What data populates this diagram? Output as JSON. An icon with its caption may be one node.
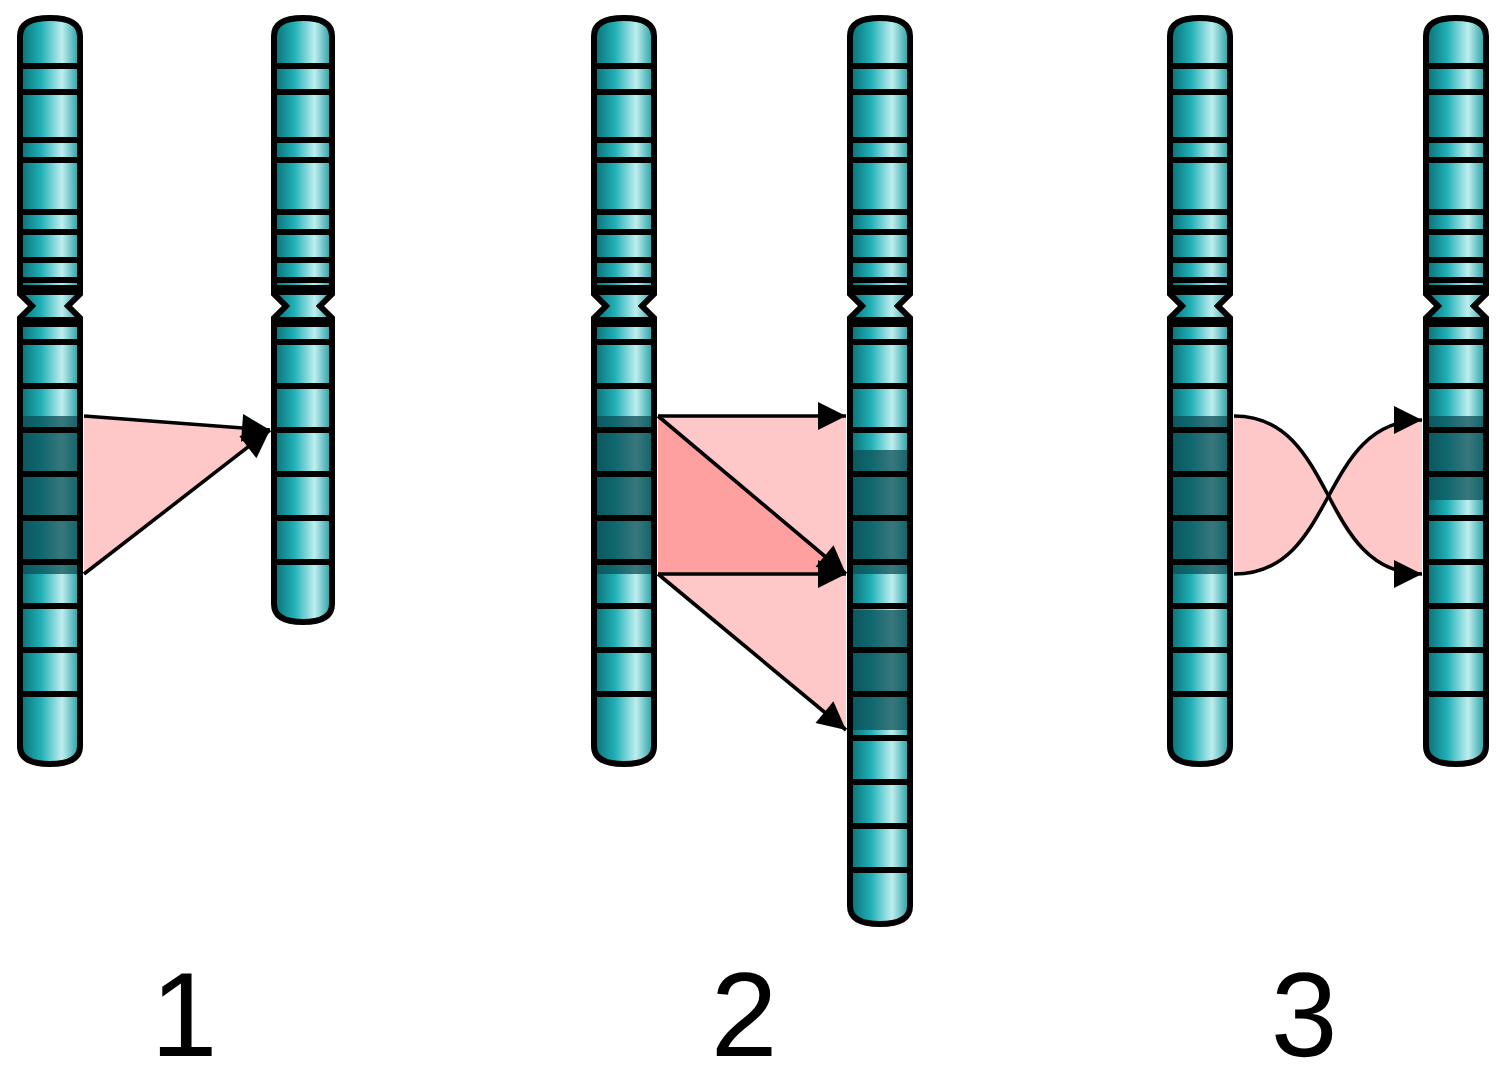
{
  "diagram": {
    "nodes": [
      {
        "text": [],
        "shape": "picture"
      },
      {
        "text": [],
        "shape": "picture"
      },
      {
        "text": [],
        "shape": "picture"
      },
      {
        "text": [],
        "shape": "picture"
      },
      {
        "text": [],
        "shape": "picture"
      },
      {
        "text": [],
        "shape": "picture"
      }
    ],
    "edges": [
      {
        "from": 0,
        "to": 1,
        "arrow": "to"
      },
      {
        "from": 0,
        "to": 1,
        "arrow": "to"
      },
      {
        "from": 2,
        "to": 3,
        "arrow": "to"
      },
      {
        "from": 2,
        "to": 3,
        "arrow": "to"
      },
      {
        "from": 2,
        "to": 3,
        "arrow": "to"
      },
      {
        "from": 2,
        "to": 3,
        "arrow": "to"
      },
      {
        "from": 4,
        "to": 5,
        "arrow": "to"
      },
      {
        "from": 4,
        "to": 5,
        "arrow": "to"
      }
    ],
    "labels": [
      "1",
      "2",
      "3"
    ]
  }
}
